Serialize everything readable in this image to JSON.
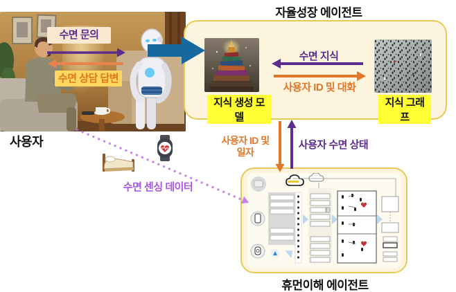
{
  "labels": {
    "user": "사용자",
    "top_agent_title": "자율성장 에이전트",
    "bottom_agent_title": "휴먼이해 에이전트",
    "sleep_inquiry": "수면 문의",
    "sleep_answer": "수면 상담 답변",
    "sleep_knowledge": "수면 지식",
    "user_id_dialog": "사용자 ID 및 대화",
    "knowledge_gen_model": "지식 생성 모델",
    "knowledge_graph": "지식 그래프",
    "user_id_date_line1": "사용자 ID 및",
    "user_id_date_line2": "일자",
    "user_sleep_state": "사용자 수면 상태",
    "sleep_sensing_data": "수면 센싱 데이터"
  },
  "icons": {
    "bed": "bed-icon",
    "smartwatch": "heart-rate-watch-icon",
    "cloud": "cloud-icon",
    "phone": "smartphone-icon",
    "books": "knowledge-books-image",
    "crowd": "knowledge-graph-image"
  },
  "colors": {
    "purple_arrow": "#5B2D8E",
    "orange_arrow": "#E2762B",
    "violet_dotted": "#BA6FE8",
    "blue_big_arrow": "#16699E",
    "agent_box_fill": "#FCF4DC",
    "agent_box_border": "#E7CB55",
    "highlight_yellow": "#FFFF33",
    "inquiry_bg": "#FAE8D0",
    "answer_bg": "#FFD75E"
  }
}
